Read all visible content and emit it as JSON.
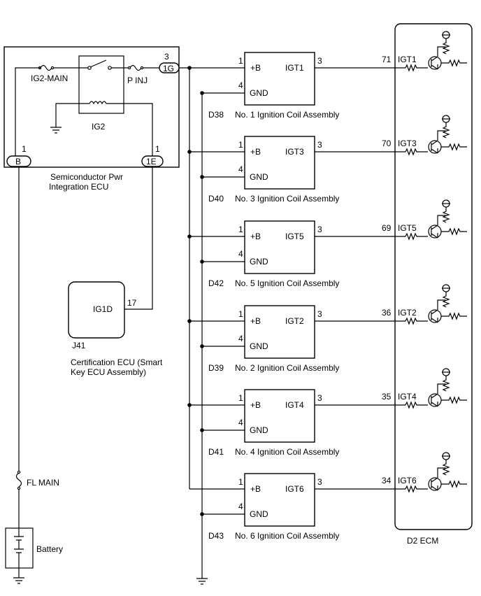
{
  "relay_box": {
    "name_line1": "Semiconductor Pwr",
    "name_line2": "Integration ECU",
    "fuse_ig2_main": "IG2-MAIN",
    "fuse_p_inj": "P INJ",
    "relay_label": "IG2",
    "pin_1g_num": "3",
    "pin_1g": "1G",
    "pin_b_num": "1",
    "pin_b": "B",
    "pin_1e_num": "1",
    "pin_1e": "1E"
  },
  "cert_ecu": {
    "code": "J41",
    "name_line1": "Certification ECU (Smart",
    "name_line2": "Key ECU Assembly)",
    "pin_label": "IG1D",
    "pin_num": "17"
  },
  "power_source": {
    "fuse": "FL MAIN",
    "battery": "Battery"
  },
  "ecm": {
    "label": "D2  ECM"
  },
  "coils": [
    {
      "code": "D38",
      "name": "No. 1 Ignition Coil Assembly",
      "plus_b": "+B",
      "gnd": "GND",
      "igt": "IGT1",
      "pin_b": "1",
      "pin_gnd": "4",
      "pin_igt": "3",
      "ecm_pin": "71",
      "ecm_label": "IGT1"
    },
    {
      "code": "D40",
      "name": "No. 3 Ignition Coil Assembly",
      "plus_b": "+B",
      "gnd": "GND",
      "igt": "IGT3",
      "pin_b": "1",
      "pin_gnd": "4",
      "pin_igt": "3",
      "ecm_pin": "70",
      "ecm_label": "IGT3"
    },
    {
      "code": "D42",
      "name": "No. 5 Ignition Coil Assembly",
      "plus_b": "+B",
      "gnd": "GND",
      "igt": "IGT5",
      "pin_b": "1",
      "pin_gnd": "4",
      "pin_igt": "3",
      "ecm_pin": "69",
      "ecm_label": "IGT5"
    },
    {
      "code": "D39",
      "name": "No. 2 Ignition Coil Assembly",
      "plus_b": "+B",
      "gnd": "GND",
      "igt": "IGT2",
      "pin_b": "1",
      "pin_gnd": "4",
      "pin_igt": "3",
      "ecm_pin": "36",
      "ecm_label": "IGT2"
    },
    {
      "code": "D41",
      "name": "No. 4 Ignition Coil Assembly",
      "plus_b": "+B",
      "gnd": "GND",
      "igt": "IGT4",
      "pin_b": "1",
      "pin_gnd": "4",
      "pin_igt": "3",
      "ecm_pin": "35",
      "ecm_label": "IGT4"
    },
    {
      "code": "D43",
      "name": "No. 6 Ignition Coil Assembly",
      "plus_b": "+B",
      "gnd": "GND",
      "igt": "IGT6",
      "pin_b": "1",
      "pin_gnd": "4",
      "pin_igt": "3",
      "ecm_pin": "34",
      "ecm_label": "IGT6"
    }
  ]
}
